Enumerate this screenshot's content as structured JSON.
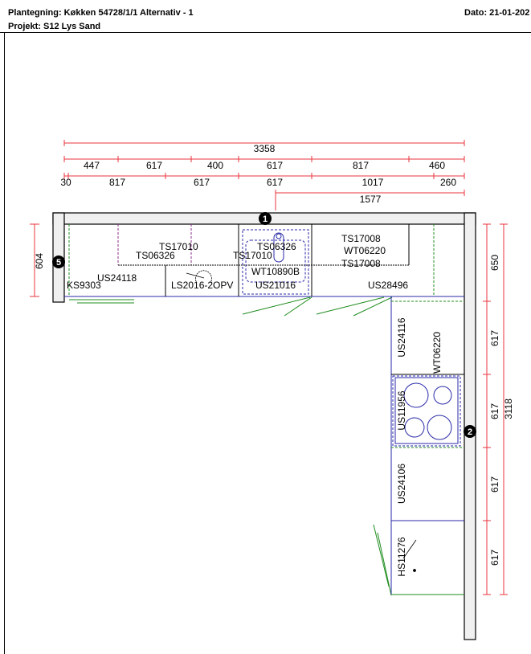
{
  "header": {
    "title": "Plantegning:  Køkken 54728/1/1 Alternativ - 1",
    "date": "Dato: 21-01-202",
    "project": "Projekt: S12 Lys Sand"
  },
  "dimensions": {
    "top_total": "3358",
    "top_row1": [
      "447",
      "617",
      "400",
      "617",
      "817",
      "460"
    ],
    "top_row2": [
      "30",
      "817",
      "617",
      "617",
      "1017",
      "260"
    ],
    "top_row3": "1577",
    "left_depth": "604",
    "right_segments": [
      "650",
      "617",
      "617",
      "617",
      "617"
    ],
    "right_total": "3118"
  },
  "wall_markers": [
    "1",
    "2",
    "5"
  ],
  "units": {
    "ts17010_a": "TS17010",
    "ts06326_a": "TS06326",
    "ts06326_b": "TS06326",
    "ts17010_b": "TS17010",
    "ts17008_a": "TS17008",
    "wt06220_a": "WT06220",
    "ts17008_b": "TS17008",
    "wt10890b": "WT10890B",
    "us24118": "US24118",
    "ks9303": "KS9303",
    "ls2016": "LS2016-2OPV",
    "us21016": "US21016",
    "us28496": "US28496",
    "us24116": "US24116",
    "wt06220_b": "WT06220",
    "us11956": "US11956",
    "us24106": "US24106",
    "hs11276": "HS11276"
  },
  "colors": {
    "dimension": "#e8343c",
    "wall_fill": "#f0f0f0",
    "door_swing": "#1e8c1e",
    "fixture": "#2a2aa8",
    "overhead": "#8a2a8a"
  }
}
